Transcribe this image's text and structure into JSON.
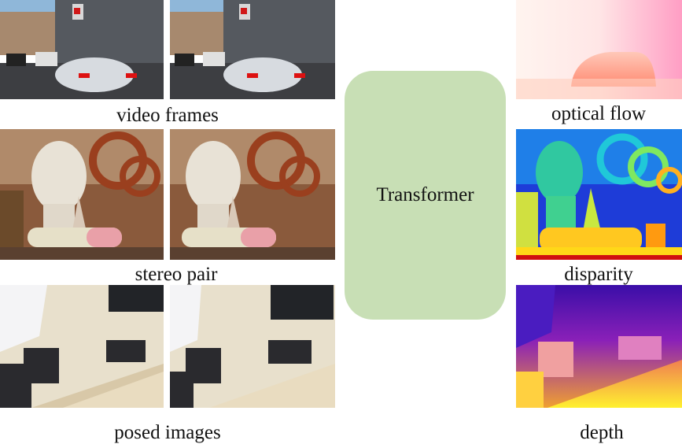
{
  "inputs": {
    "video_frames": "video frames",
    "stereo_pair": "stereo pair",
    "posed_images": "posed images"
  },
  "model": {
    "label": "Transformer"
  },
  "outputs": {
    "optical_flow": "optical flow",
    "disparity": "disparity",
    "depth": "depth"
  },
  "colors": {
    "transformer_block": "#c8dfb5"
  }
}
